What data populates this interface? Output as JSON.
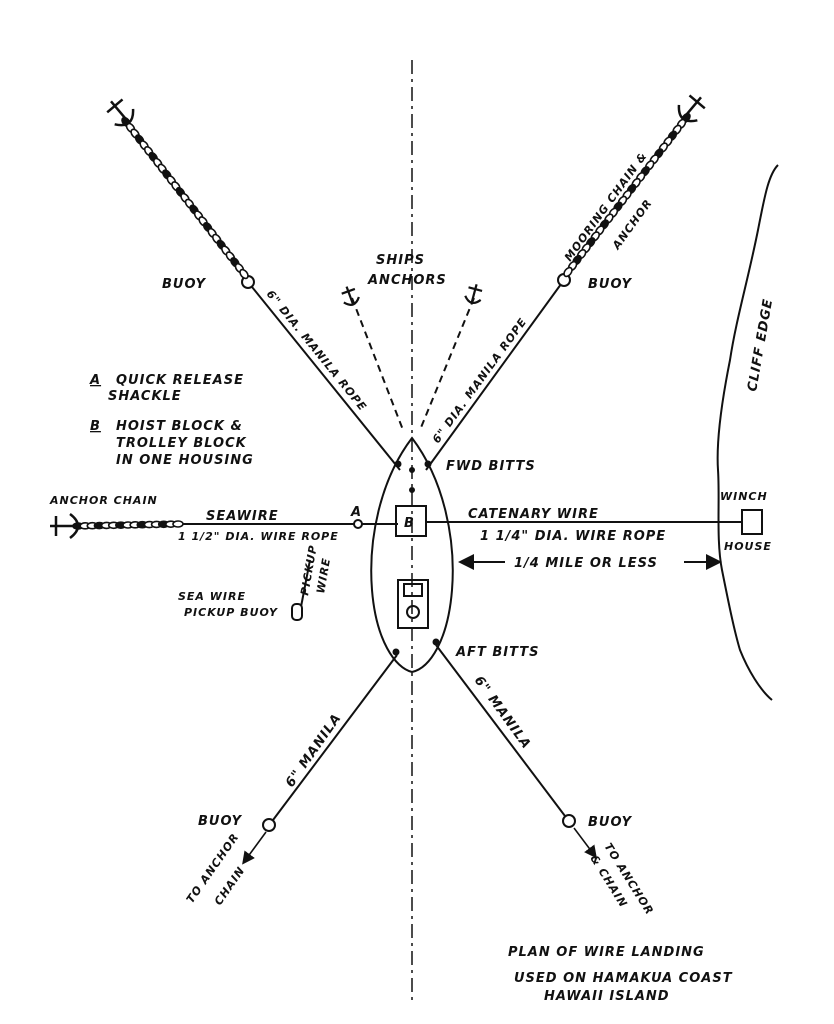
{
  "labels": {
    "buoy_nw": "BUOY",
    "buoy_ne": "BUOY",
    "buoy_sw": "BUOY",
    "buoy_se": "BUOY",
    "manila_nw": "6\" DIA. MANILA ROPE",
    "manila_ne": "6\" DIA. MANILA ROPE",
    "mooring_chain_1": "MOORING CHAIN &",
    "mooring_chain_2": "ANCHOR",
    "ships_anchors_1": "SHIPS",
    "ships_anchors_2": "ANCHORS",
    "legend_a_key": "A",
    "legend_a_1": "QUICK RELEASE",
    "legend_a_2": "SHACKLE",
    "legend_b_key": "B",
    "legend_b_1": "HOIST BLOCK &",
    "legend_b_2": "TROLLEY BLOCK",
    "legend_b_3": "IN ONE HOUSING",
    "fwd_bitts": "FWD BITTS",
    "aft_bitts": "AFT BITTS",
    "anchor_chain": "ANCHOR CHAIN",
    "seawire": "SEAWIRE",
    "seawire_dia": "1 1/2\" DIA. WIRE ROPE",
    "marker_a": "A",
    "marker_b": "B",
    "catenary_wire": "CATENARY WIRE",
    "catenary_dia": "1 1/4\" DIA. WIRE ROPE",
    "distance": "1/4 MILE OR LESS",
    "winch": "WINCH",
    "house": "HOUSE",
    "cliff_edge": "CLIFF EDGE",
    "pickup_wire_1": "PICKUP",
    "pickup_wire_2": "WIRE",
    "seawire_pickup_1": "SEA WIRE",
    "seawire_pickup_2": "PICKUP BUOY",
    "manila_sw": "6\" MANILA",
    "manila_se": "6\" MANILA",
    "to_anchor_sw_1": "TO ANCHOR",
    "to_anchor_sw_2": "CHAIN",
    "to_anchor_se_1": "TO ANCHOR",
    "to_anchor_se_2": "& CHAIN",
    "plan_title": "PLAN OF WIRE LANDING",
    "plan_sub_1": "USED ON HAMAKUA COAST",
    "plan_sub_2": "HAWAII ISLAND"
  }
}
